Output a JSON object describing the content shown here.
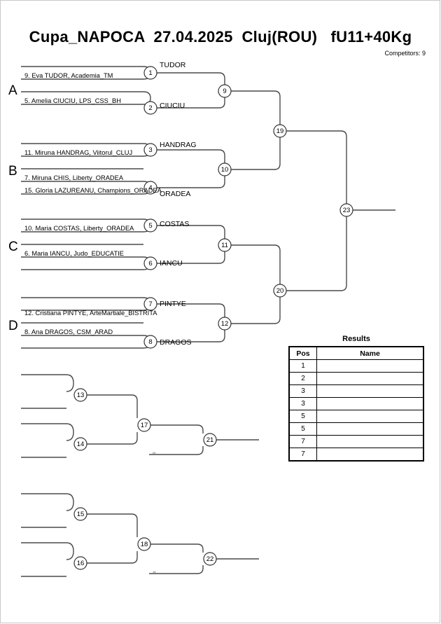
{
  "header": {
    "title": "Cupa_NAPOCA  27.04.2025  Cluj(ROU)   fU11+40Kg",
    "competitors": "Competitors: 9"
  },
  "groups": [
    {
      "letter": "A"
    },
    {
      "letter": "B"
    },
    {
      "letter": "C"
    },
    {
      "letter": "D"
    }
  ],
  "entries": [
    {
      "text": "9. Eva TUDOR, Academia_TM"
    },
    {
      "text": "5. Amelia CIUCIU, LPS_CSS_BH"
    },
    {
      "text": "11. Miruna HANDRAG, Viitorul_CLUJ"
    },
    {
      "text": "7. Miruna CHIS, Liberty_ORADEA"
    },
    {
      "text": "15. Gloria LAZUREANU, Champions_ORADEA"
    },
    {
      "text": "10. Maria COSTAS, Liberty_ORADEA"
    },
    {
      "text": "6. Maria IANCU, Judo_EDUCATIE"
    },
    {
      "text": "12. Cristiana PINTYE, ArteMartiale_BISTRITA"
    },
    {
      "text": "8. Ana DRAGOS, CSM_ARAD"
    }
  ],
  "winners": [
    {
      "text": "TUDOR"
    },
    {
      "text": "CIUCIU"
    },
    {
      "text": "HANDRAG"
    },
    {
      "text": "ORADEA"
    },
    {
      "text": "COSTAS"
    },
    {
      "text": "IANCU"
    },
    {
      "text": "PINTYE"
    },
    {
      "text": "DRAGOS"
    }
  ],
  "matches": [
    {
      "n": "1"
    },
    {
      "n": "2"
    },
    {
      "n": "3"
    },
    {
      "n": "4"
    },
    {
      "n": "5"
    },
    {
      "n": "6"
    },
    {
      "n": "7"
    },
    {
      "n": "8"
    },
    {
      "n": "9"
    },
    {
      "n": "10"
    },
    {
      "n": "11"
    },
    {
      "n": "12"
    },
    {
      "n": "13"
    },
    {
      "n": "14"
    },
    {
      "n": "15"
    },
    {
      "n": "16"
    },
    {
      "n": "17"
    },
    {
      "n": "18"
    },
    {
      "n": "19"
    },
    {
      "n": "20"
    },
    {
      "n": "21"
    },
    {
      "n": "22"
    },
    {
      "n": "23"
    }
  ],
  "tiny_tags": [
    {
      "text": "20"
    },
    {
      "text": "19"
    }
  ],
  "results": {
    "title": "Results",
    "columns": [
      "Pos",
      "Name"
    ],
    "rows": [
      {
        "pos": "1",
        "name": ""
      },
      {
        "pos": "2",
        "name": ""
      },
      {
        "pos": "3",
        "name": ""
      },
      {
        "pos": "3",
        "name": ""
      },
      {
        "pos": "5",
        "name": ""
      },
      {
        "pos": "5",
        "name": ""
      },
      {
        "pos": "7",
        "name": ""
      },
      {
        "pos": "7",
        "name": ""
      }
    ]
  },
  "colors": {
    "line": "#444444",
    "line_dark": "#222222",
    "text": "#000000",
    "page_border": "#c8c8c8"
  }
}
